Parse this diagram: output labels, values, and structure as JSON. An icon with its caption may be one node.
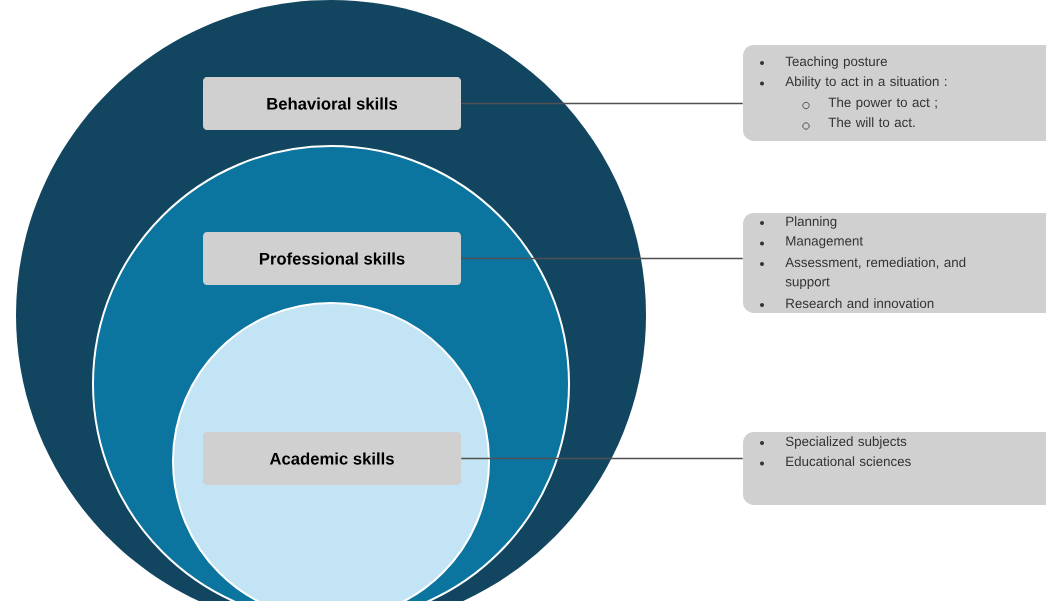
{
  "diagram": {
    "nodes": [
      {
        "text": [],
        "shape": "circle"
      },
      {
        "text": [
          "Behavioral skills"
        ],
        "in": 0
      },
      {
        "text": [],
        "shape": "circle",
        "in": 0
      },
      {
        "text": [
          "Professional skills"
        ],
        "in": 2
      },
      {
        "text": [],
        "shape": "circle",
        "in": 2
      },
      {
        "text": [
          "Academic skills"
        ],
        "in": 4
      },
      {
        "text": [
          "Teaching posture",
          "Ability to act in a situation :",
          "The power to act ;",
          "The will to act."
        ]
      },
      {
        "text": [
          "Planning",
          "Management",
          "Assessment, remediation, and support",
          "Research and innovation"
        ]
      },
      {
        "text": [
          "Specialized subjects",
          "Educational sciences"
        ]
      }
    ],
    "edges": [
      {
        "from": 1,
        "to": 6,
        "arrow": "none"
      },
      {
        "from": 3,
        "to": 7,
        "arrow": "none"
      },
      {
        "from": 5,
        "to": 8,
        "arrow": "none"
      }
    ]
  }
}
